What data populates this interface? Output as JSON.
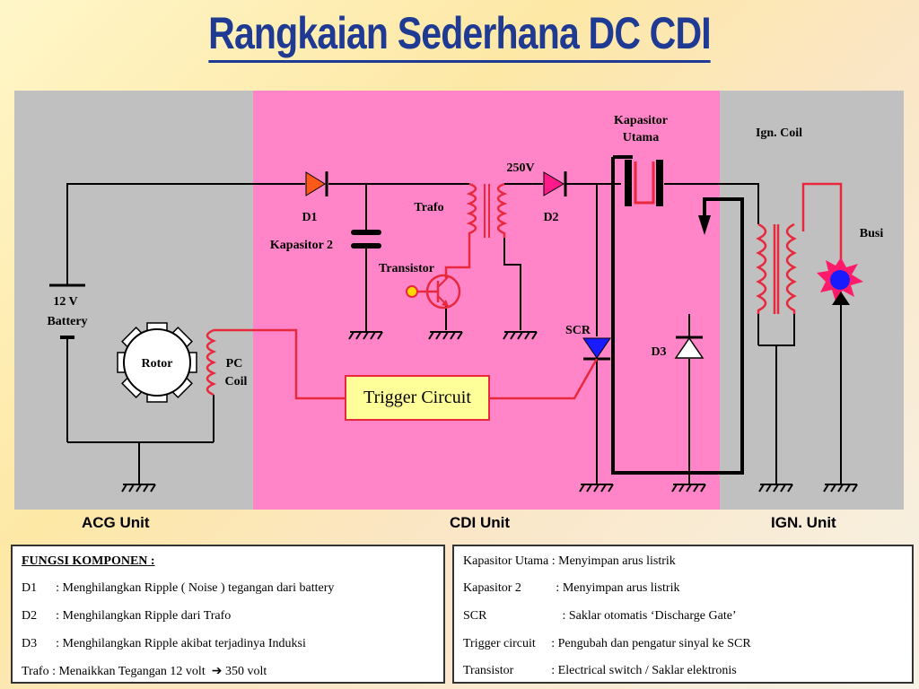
{
  "title": "Rangkaian Sederhana DC CDI",
  "units": {
    "acg": "ACG Unit",
    "cdi": "CDI Unit",
    "ign": "IGN. Unit"
  },
  "labels": {
    "kapasitor_utama_1": "Kapasitor",
    "kapasitor_utama_2": "Utama",
    "ign_coil": "Ign. Coil",
    "v250": "250V",
    "trafo": "Trafo",
    "d1": "D1",
    "d2": "D2",
    "d3": "D3",
    "kapasitor2": "Kapasitor 2",
    "transistor": "Transistor",
    "busi": "Busi",
    "battery_1": "12 V",
    "battery_2": "Battery",
    "scr": "SCR",
    "rotor": "Rotor",
    "pc_coil_1": "PC",
    "pc_coil_2": "Coil",
    "trigger_circuit": "Trigger Circuit"
  },
  "fungsi_left": {
    "heading": "FUNGSI KOMPONEN :",
    "rows": [
      "D1      : Menghilangkan Ripple ( Noise ) tegangan dari battery",
      "D2      : Menghilangkan Ripple dari Trafo",
      "D3      : Menghilangkan Ripple akibat terjadinya Induksi",
      "Trafo : Menaikkan Tegangan 12 volt  ➔ 350 volt"
    ]
  },
  "fungsi_right": {
    "rows": [
      "Kapasitor Utama : Menyimpan arus listrik",
      "Kapasitor 2           : Menyimpan arus listrik",
      "SCR                        : Saklar otomatis ‘Discharge Gate’",
      "Trigger circuit     : Pengubah dan pengatur sinyal ke SCR",
      "Transistor            : Electrical switch / Saklar elektronis"
    ]
  },
  "colors": {
    "title": "#1f3a93",
    "cdi_bg": "#ff85c8",
    "unit_bg": "#c0c0c0",
    "red_wire": "#e8283c"
  }
}
